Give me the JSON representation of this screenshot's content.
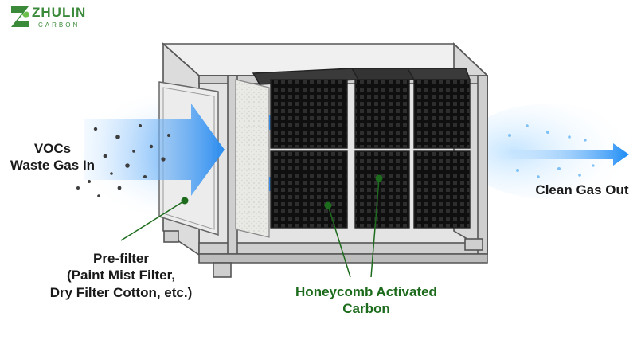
{
  "logo": {
    "name": "ZHULIN",
    "sub": "CARBON",
    "icon": "z-leaf-logo-icon"
  },
  "labels": {
    "vocs_line1": "VOCs",
    "vocs_line2": "Waste Gas In",
    "clean_gas": "Clean Gas Out",
    "prefilter_line1": "Pre-filter",
    "prefilter_line2": "(Paint Mist Filter,",
    "prefilter_line3": "Dry Filter Cotton, etc.)",
    "honeycomb_line1": "Honeycomb Activated",
    "honeycomb_line2": "Carbon"
  },
  "colors": {
    "brand": "#3a8a3a",
    "callout_green": "#1d6b1d",
    "flow_blue": "#1e90ff",
    "text_dark": "#1a1a1a"
  }
}
